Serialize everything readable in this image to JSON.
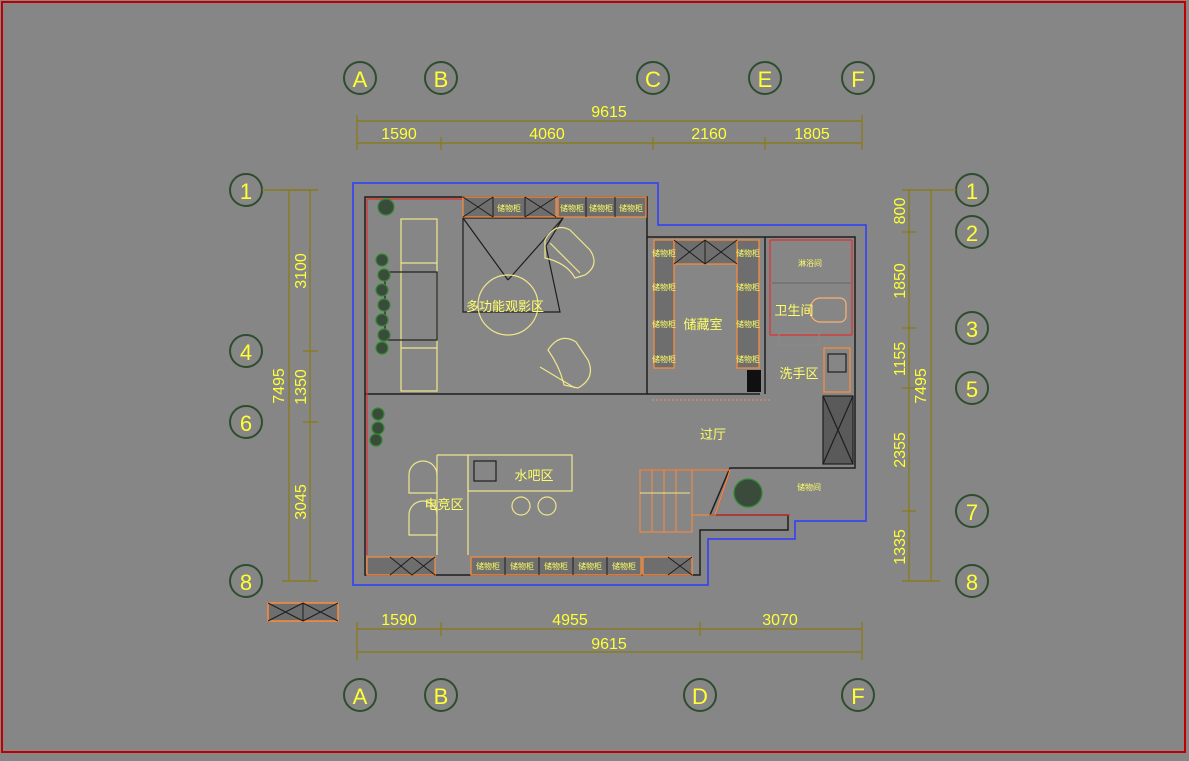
{
  "colors": {
    "background": "#868686",
    "axis_bubble": "#2e4d2e",
    "axis_label": "#ffff33",
    "dimension_line": "#8a7a10",
    "dimension_text": "#ffff33",
    "wall": "#1e1e1e",
    "outline_blue": "#2b3cff",
    "furniture_yellow": "#f0e68c",
    "room_text": "#ffff66",
    "cabinet_orange": "#ff8c3a",
    "red_line": "#e03030",
    "plant_green": "#2e8b2e",
    "border": "#c00000"
  },
  "axes_top": [
    "A",
    "B",
    "C",
    "E",
    "F"
  ],
  "axes_bottom": [
    "A",
    "B",
    "D",
    "F"
  ],
  "axes_left": [
    "1",
    "4",
    "6",
    "8"
  ],
  "axes_right": [
    "1",
    "2",
    "3",
    "5",
    "7",
    "8"
  ],
  "dims": {
    "top_total": "9615",
    "top_segments": [
      "1590",
      "4060",
      "2160",
      "1805"
    ],
    "bottom_total": "9615",
    "bottom_segments": [
      "1590",
      "4955",
      "3070"
    ],
    "left_total": "7495",
    "left_segments": [
      "3100",
      "1350",
      "3045"
    ],
    "right_total": "7495",
    "right_segments": [
      "800",
      "1850",
      "1155",
      "2355",
      "1335"
    ]
  },
  "rooms": {
    "theater": "多功能观影区",
    "storage": "储藏室",
    "bathroom": "卫生间",
    "wash": "洗手区",
    "hall": "过厅",
    "bar": "水吧区",
    "esports": "电竞区",
    "storage_small": "储物间",
    "shower": "淋浴间"
  },
  "cabinet_label": "储物柜"
}
